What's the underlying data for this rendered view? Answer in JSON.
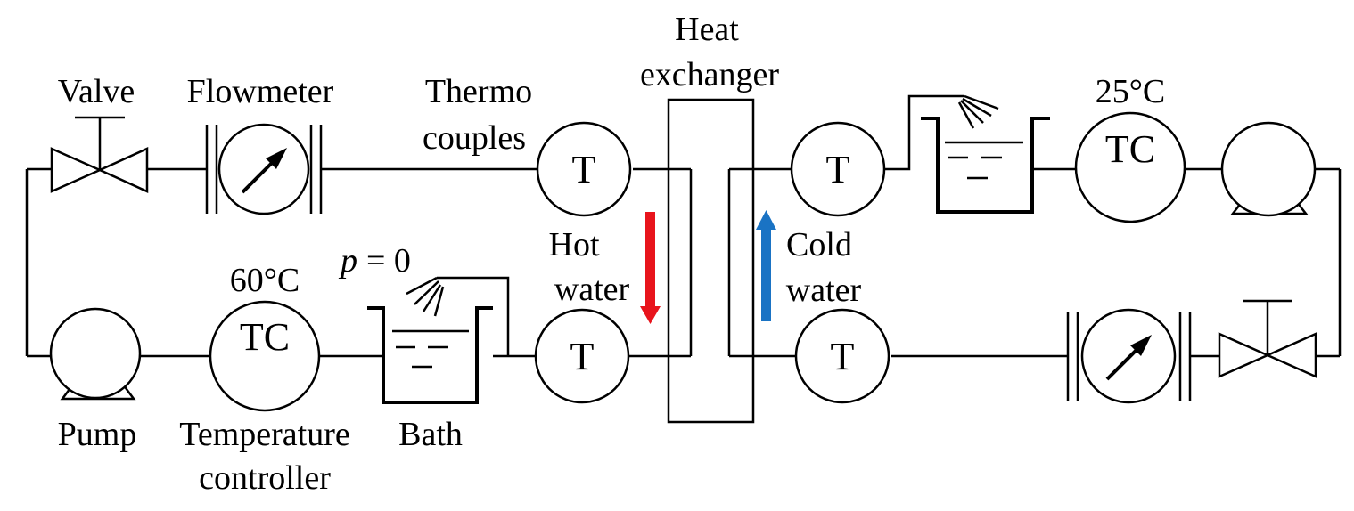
{
  "labels": {
    "valve": "Valve",
    "flowmeter": "Flowmeter",
    "thermo_line1": "Thermo",
    "thermo_line2": "couples",
    "hx_line1": "Heat",
    "hx_line2": "exchanger",
    "temp_hot_set": "60°C",
    "temp_cold_set": "25°C",
    "pressure_var": "p",
    "pressure_eq": "= 0",
    "hot_line1": "Hot",
    "hot_line2": "water",
    "cold_line1": "Cold",
    "cold_line2": "water",
    "pump": "Pump",
    "tc_line1": "Temperature",
    "tc_line2": "controller",
    "bath": "Bath"
  },
  "symbols": {
    "thermocouple": "T",
    "temperature_controller": "TC"
  },
  "colors": {
    "hot_arrow": "#e8141c",
    "cold_arrow": "#1a73c4",
    "line": "#000000"
  },
  "icons": {
    "valve": "valve-icon",
    "flowmeter": "flowmeter-icon",
    "pump": "pump-icon",
    "bath": "bath-icon",
    "thermocouple": "thermocouple-icon",
    "temperature_controller": "temperature-controller-icon",
    "heat_exchanger": "heat-exchanger-icon"
  }
}
